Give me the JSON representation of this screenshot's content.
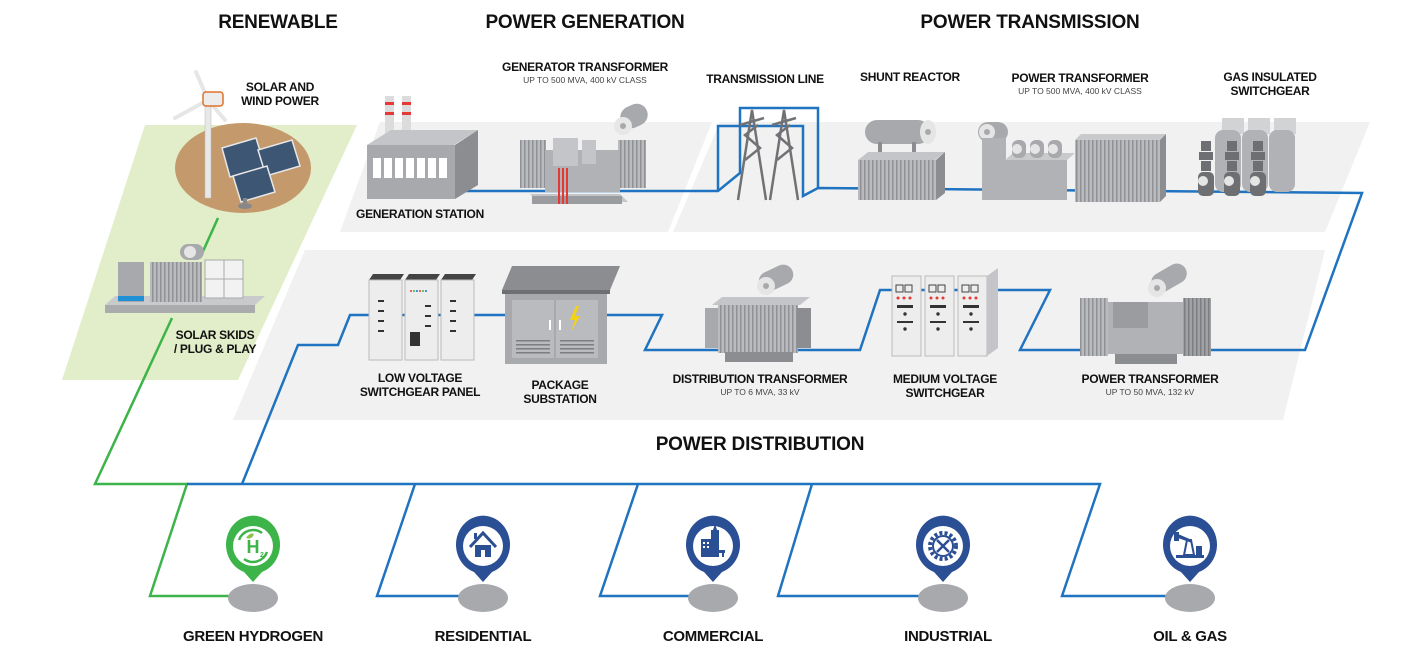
{
  "sections": {
    "renewable": "RENEWABLE",
    "generation": "POWER GENERATION",
    "transmission": "POWER TRANSMISSION",
    "distribution": "POWER DISTRIBUTION"
  },
  "renewable_items": [
    {
      "label": "SOLAR AND\nWIND POWER"
    },
    {
      "label": "SOLAR SKIDS\n/ PLUG & PLAY"
    }
  ],
  "generation_items": [
    {
      "label": "GENERATION STATION",
      "spec": ""
    },
    {
      "label": "GENERATOR TRANSFORMER",
      "spec": "UP TO 500 MVA, 400 kV CLASS"
    }
  ],
  "transmission_items": [
    {
      "label": "TRANSMISSION LINE",
      "spec": ""
    },
    {
      "label": "SHUNT REACTOR",
      "spec": ""
    },
    {
      "label": "POWER TRANSFORMER",
      "spec": "UP TO 500 MVA, 400 kV CLASS"
    },
    {
      "label": "GAS INSULATED\nSWITCHGEAR",
      "spec": ""
    }
  ],
  "distribution_items": [
    {
      "label": "LOW VOLTAGE\nSWITCHGEAR PANEL",
      "spec": ""
    },
    {
      "label": "PACKAGE SUBSTATION",
      "spec": ""
    },
    {
      "label": "DISTRIBUTION TRANSFORMER",
      "spec": "UP TO 6 MVA, 33 kV"
    },
    {
      "label": "MEDIUM VOLTAGE\nSWITCHGEAR",
      "spec": ""
    },
    {
      "label": "POWER TRANSFORMER",
      "spec": "UP TO 50 MVA, 132 kV"
    }
  ],
  "destinations": [
    {
      "label": "GREEN HYDROGEN",
      "icon": "hydrogen-icon"
    },
    {
      "label": "RESIDENTIAL",
      "icon": "house-icon"
    },
    {
      "label": "COMMERCIAL",
      "icon": "buildings-icon"
    },
    {
      "label": "INDUSTRIAL",
      "icon": "gear-tools-icon"
    },
    {
      "label": "OIL & GAS",
      "icon": "oil-pump-icon"
    }
  ],
  "colors": {
    "green_line": "#3cb44a",
    "blue_line": "#1f73c0",
    "pin_blue": "#2b4f94",
    "pin_green": "#3cb44a",
    "renewable_bg": "#e2edc9",
    "panel_bg": "#f1f1f1",
    "equipment_gray": "#a7a9ac"
  }
}
